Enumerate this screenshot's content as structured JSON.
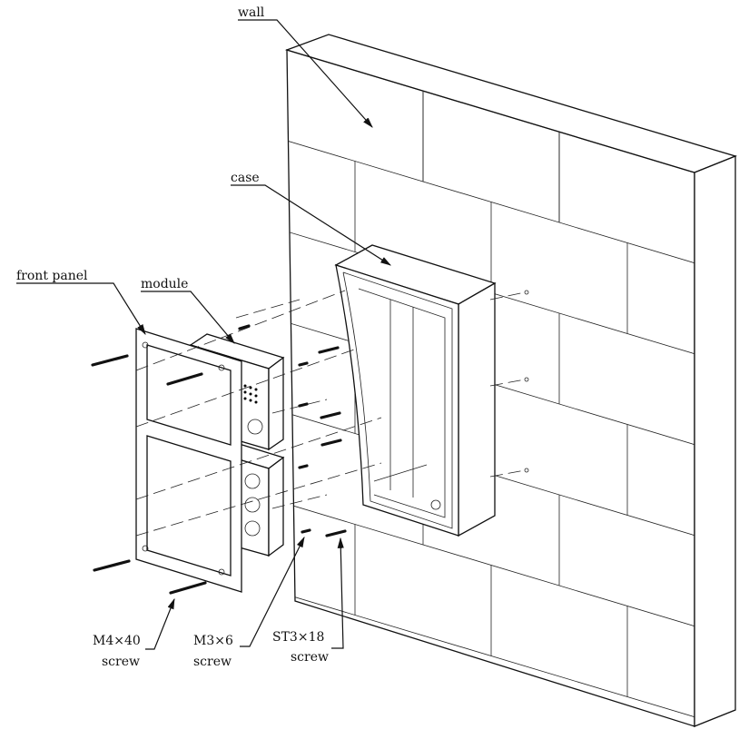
{
  "labels": {
    "wall": "wall",
    "case": "case",
    "front_panel": "front panel",
    "module": "module",
    "m4_size": "M4×40",
    "m4_kind": "screw",
    "m3_size": "M3×6",
    "m3_kind": "screw",
    "st3_size": "ST3×18",
    "st3_kind": "screw"
  }
}
